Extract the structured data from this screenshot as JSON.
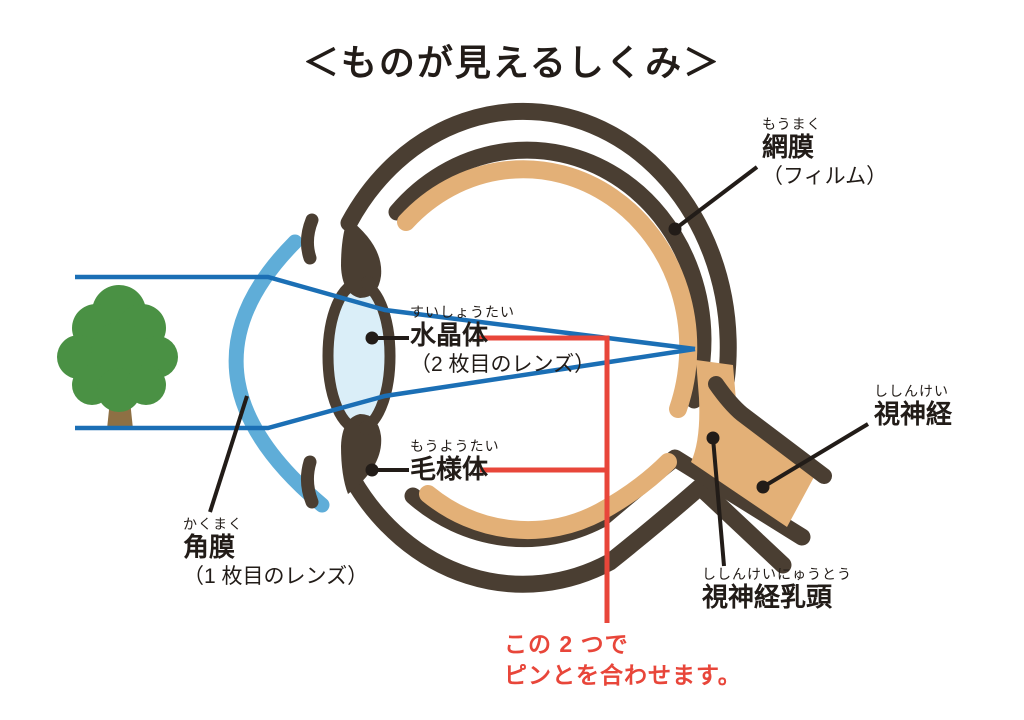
{
  "title": "＜ものが見えるしくみ＞",
  "labels": {
    "retina": {
      "furigana": "もうまく",
      "name": "網膜",
      "sub": "（フィルム）"
    },
    "lens": {
      "furigana": "すいしょうたい",
      "name": "水晶体",
      "sub": "（2 枚目のレンズ）"
    },
    "ciliary_body": {
      "furigana": "もうようたい",
      "name": "毛様体"
    },
    "cornea": {
      "furigana": "かくまく",
      "name": "角膜",
      "sub": "（1 枚目のレンズ）"
    },
    "optic_nerve": {
      "furigana": "ししんけい",
      "name": "視神経"
    },
    "optic_disc": {
      "furigana": "ししんけいにゅうとう",
      "name": "視神経乳頭"
    }
  },
  "annotation": {
    "line1": "この 2 つで",
    "line2": "ピンとを合わせます。"
  },
  "colors": {
    "outline": "#4A3E32",
    "tan": "#E3B077",
    "cornea": "#5FADD8",
    "lens": "#DAEEF8",
    "ray": "#1B6FB5",
    "red": "#E8463A",
    "green": "#4A9144",
    "trunk": "#8E7044",
    "text": "#221C18"
  }
}
